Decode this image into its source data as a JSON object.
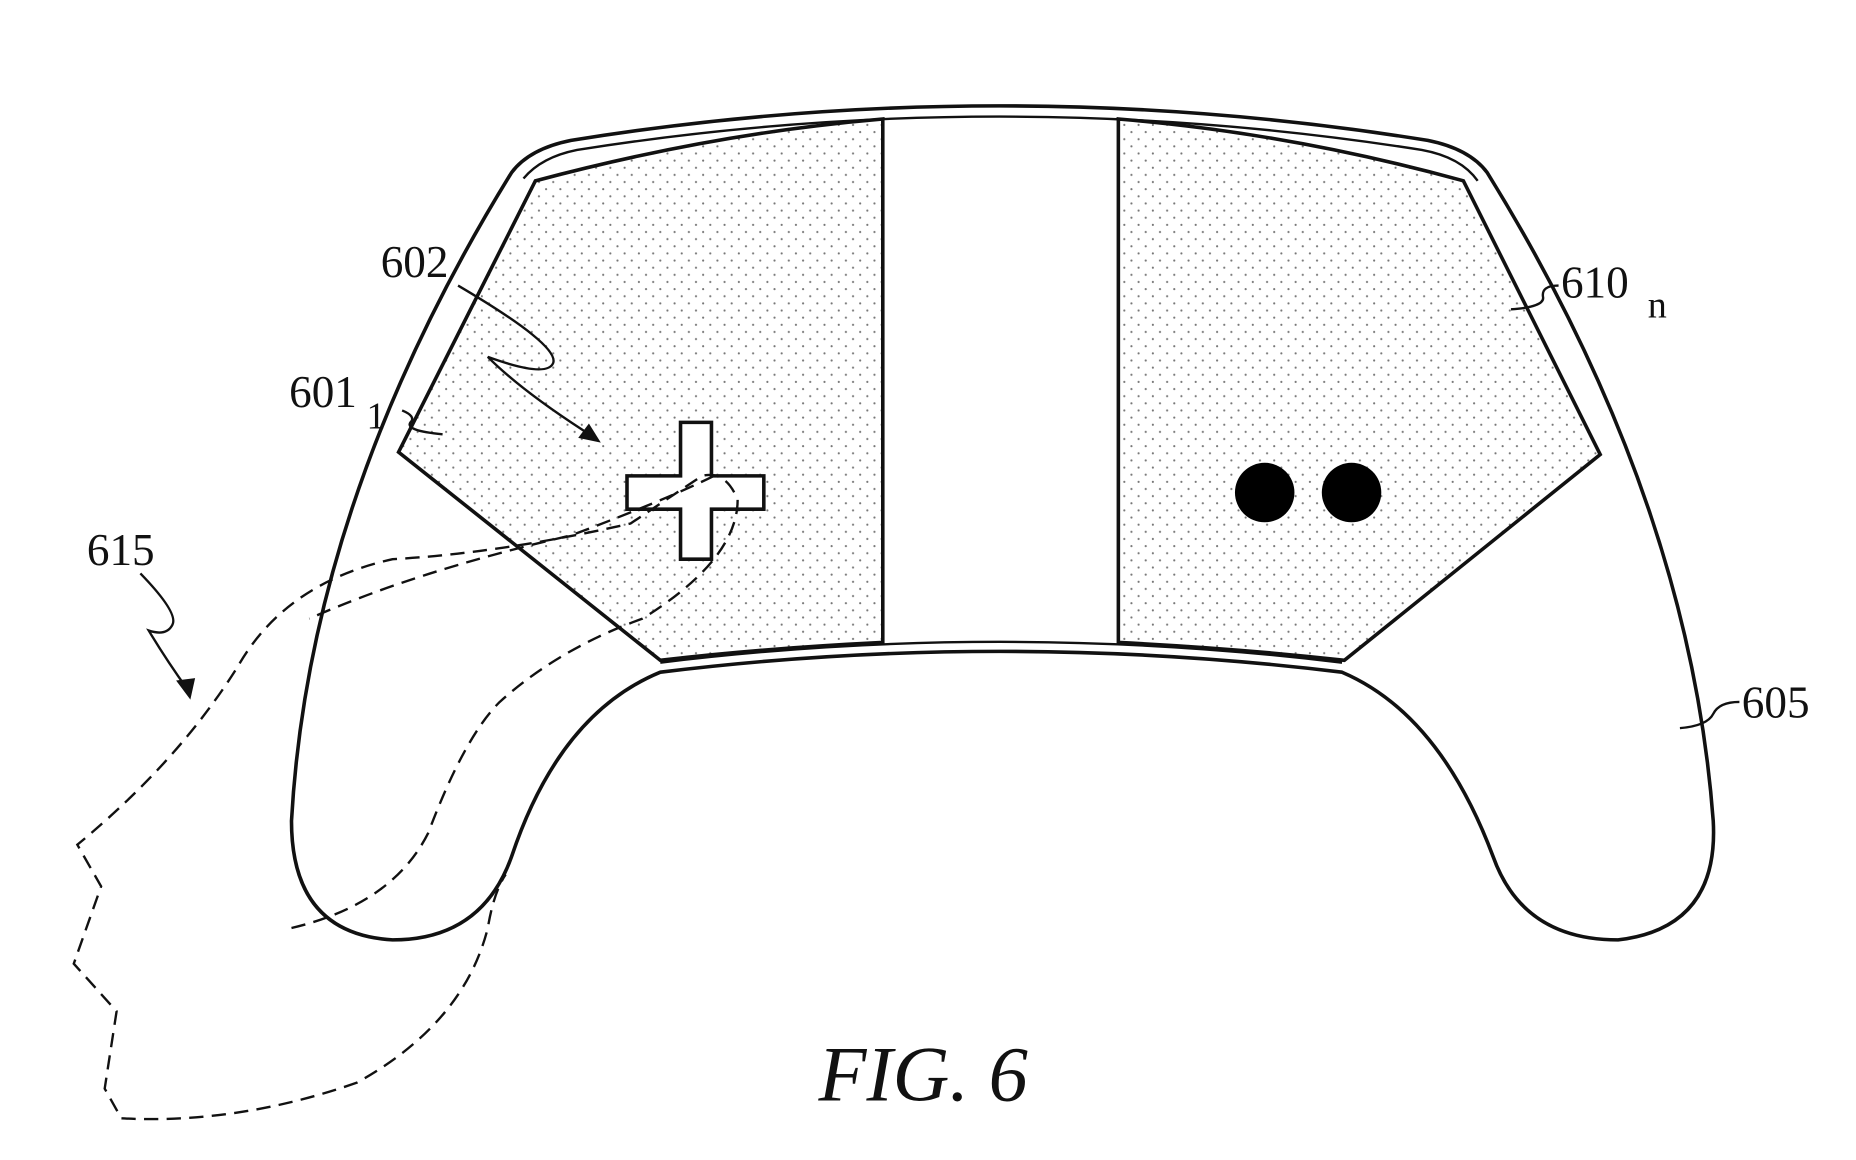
{
  "figure": {
    "caption": "FIG. 6",
    "labels": {
      "l602": "602",
      "l601": "601",
      "l601_sub": "1",
      "l610": "610",
      "l610_sub": "n",
      "l615": "615",
      "l605": "605"
    }
  }
}
